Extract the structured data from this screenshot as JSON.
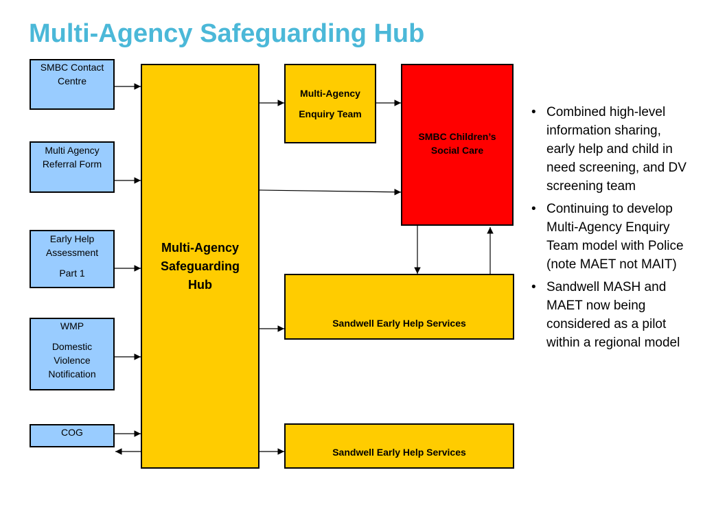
{
  "title": "Multi-Agency Safeguarding Hub",
  "sources": [
    {
      "key": "contact",
      "lines": [
        "SMBC Contact",
        "Centre"
      ]
    },
    {
      "key": "referral",
      "lines": [
        "Multi Agency",
        "Referral Form"
      ]
    },
    {
      "key": "early",
      "lines": [
        "Early Help",
        "Assessment",
        "",
        "Part 1"
      ]
    },
    {
      "key": "wmp",
      "lines": [
        "WMP",
        "",
        "Domestic",
        "Violence",
        "Notification"
      ]
    },
    {
      "key": "cog",
      "lines": [
        "COG"
      ]
    }
  ],
  "hub": {
    "lines": [
      "Multi-Agency",
      "Safeguarding",
      "Hub"
    ]
  },
  "enquiry_team": {
    "line1": "Multi-Agency",
    "line2": "Enquiry Team"
  },
  "childrens_care": {
    "line1": "SMBC Children’s",
    "line2": "Social Care"
  },
  "early_help_1": {
    "label": "Sandwell Early Help Services"
  },
  "early_help_2": {
    "label": "Sandwell Early Help Services"
  },
  "notes": [
    "Combined high-level information sharing, early help and child in need screening, and DV screening team",
    "Continuing to develop Multi-Agency Enquiry Team model with Police (note MAET not MAIT)",
    "Sandwell MASH and MAET now being considered as a pilot within a regional model"
  ],
  "colors": {
    "title": "#4bb8d8",
    "source_fill": "#99ccff",
    "hub_fill": "#ffcc00",
    "care_fill": "#ff0000"
  }
}
